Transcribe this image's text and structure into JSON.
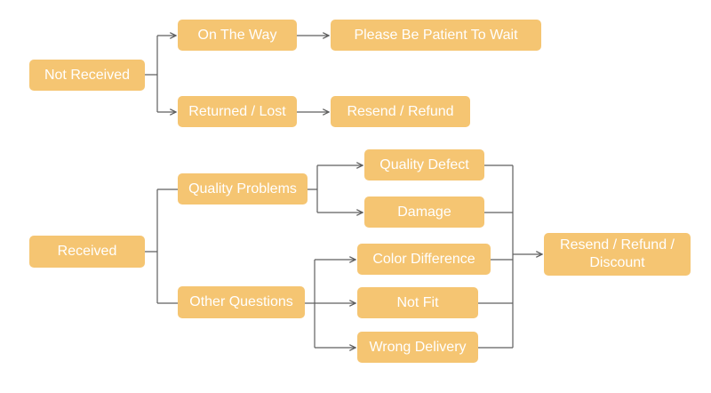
{
  "colors": {
    "node_fill": "#f5c572",
    "node_text": "#ffffff",
    "connector": "#5f5f5f"
  },
  "nodes": {
    "not_received": "Not Received",
    "on_the_way": "On The Way",
    "please_wait": "Please Be Patient To Wait",
    "returned_lost": "Returned / Lost",
    "resend_refund": "Resend / Refund",
    "received": "Received",
    "quality_problems": "Quality Problems",
    "quality_defect": "Quality Defect",
    "damage": "Damage",
    "other_questions": "Other Questions",
    "color_difference": "Color Difference",
    "not_fit": "Not Fit",
    "wrong_delivery": "Wrong Delivery",
    "resend_refund_discount": "Resend / Refund / Discount"
  }
}
